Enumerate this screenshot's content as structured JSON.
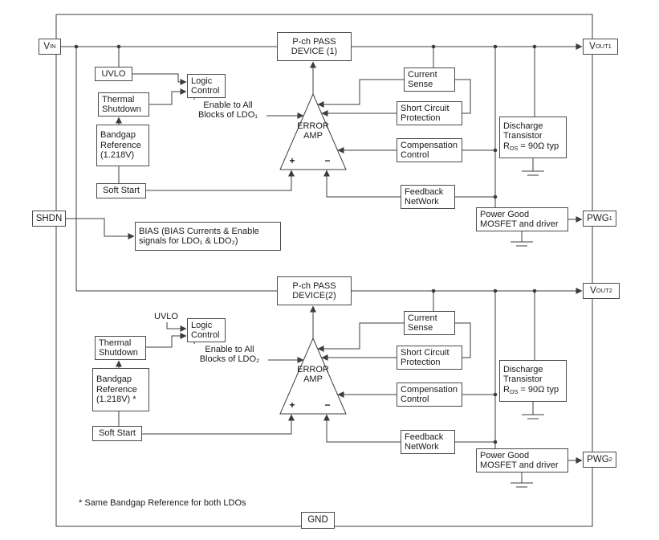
{
  "pins": {
    "vin": {
      "base": "V",
      "sub": "IN"
    },
    "vout1": {
      "base": "V",
      "sub": "OUT1"
    },
    "shdn": {
      "label": "SHDN"
    },
    "pwg1": {
      "base": "PWG",
      "sub": "1"
    },
    "vout2": {
      "base": "V",
      "sub": "OUT2"
    },
    "pwg2": {
      "base": "PWG",
      "sub": "2"
    },
    "gnd": {
      "label": "GND"
    }
  },
  "ldo1": {
    "pass": {
      "l1": "P-ch PASS",
      "l2": "DEVICE (1)"
    },
    "uvlo": {
      "label": "UVLO"
    },
    "logic": {
      "l1": "Logic",
      "l2": "Control"
    },
    "thermal": {
      "l1": "Thermal",
      "l2": "Shutdown"
    },
    "bandgap": {
      "l1": "Bandgap",
      "l2": "Reference",
      "l3": "(1.218V)"
    },
    "softstart": {
      "label": "Soft Start"
    },
    "enable": {
      "l1": "Enable to All",
      "l2": "Blocks of LDO₁"
    },
    "erroramp": {
      "l1": "ERROR",
      "l2": "AMP",
      "plus": "+",
      "minus": "−"
    },
    "currsense": {
      "l1": "Current",
      "l2": "Sense"
    },
    "shortckt": {
      "l1": "Short Circuit",
      "l2": "Protection"
    },
    "comp": {
      "l1": "Compensation",
      "l2": "Control"
    },
    "feedback": {
      "l1": "Feedback",
      "l2": "NetWork"
    },
    "discharge": {
      "l1": "Discharge",
      "l2": "Transistor",
      "r_base": "R",
      "r_sub": "DS",
      "r_rest": " = 90Ω typ"
    },
    "pwrgood": {
      "l1": "Power Good",
      "l2": "MOSFET and driver"
    }
  },
  "ldo2": {
    "pass": {
      "l1": "P-ch PASS",
      "l2": "DEVICE(2)"
    },
    "uvlo": {
      "label": "UVLO"
    },
    "logic": {
      "l1": "Logic",
      "l2": "Control"
    },
    "thermal": {
      "l1": "Thermal",
      "l2": "Shutdown"
    },
    "bandgap": {
      "l1": "Bandgap",
      "l2": "Reference",
      "l3": "(1.218V) *"
    },
    "softstart": {
      "label": "Soft Start"
    },
    "enable": {
      "l1": "Enable to All",
      "l2": "Blocks of LDO₂"
    },
    "erroramp": {
      "l1": "ERROR",
      "l2": "AMP",
      "plus": "+",
      "minus": "−"
    },
    "currsense": {
      "l1": "Current",
      "l2": "Sense"
    },
    "shortckt": {
      "l1": "Short Circuit",
      "l2": "Protection"
    },
    "comp": {
      "l1": "Compensation",
      "l2": "Control"
    },
    "feedback": {
      "l1": "Feedback",
      "l2": "NetWork"
    },
    "discharge": {
      "l1": "Discharge",
      "l2": "Transistor",
      "r_base": "R",
      "r_sub": "DS",
      "r_rest": " = 90Ω typ"
    },
    "pwrgood": {
      "l1": "Power Good",
      "l2": "MOSFET and driver"
    }
  },
  "bias": {
    "l1": "BIAS (BIAS Currents & Enable",
    "l2": "signals for LDO₁ & LDO₂)"
  },
  "footnote": "* Same Bandgap Reference for both LDOs"
}
